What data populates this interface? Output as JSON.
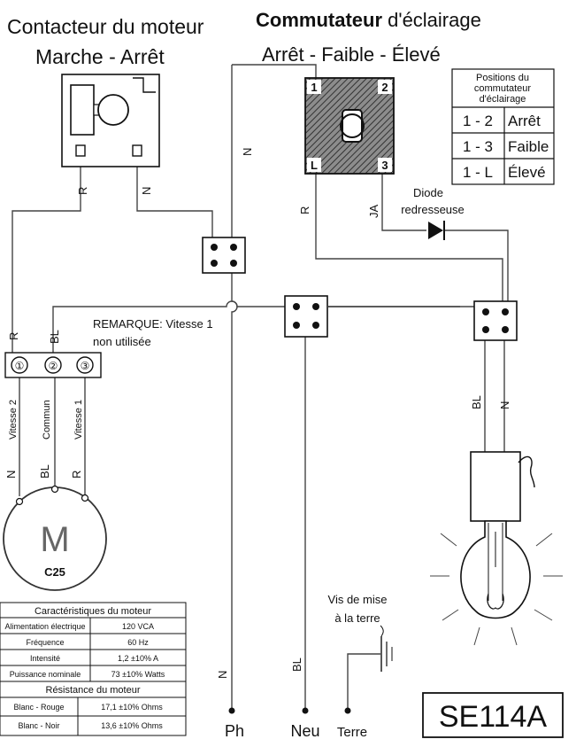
{
  "titles": {
    "motor_switch_line1": "Contacteur du moteur",
    "motor_switch_line2": "Marche - Arrêt",
    "light_switch_line1_bold": "Commutateur",
    "light_switch_line1_rest": " d'éclairage",
    "light_switch_line2": "Arrêt - Faible - Élevé"
  },
  "positions_table": {
    "header_line1": "Positions du",
    "header_line2": "commutateur",
    "header_line3": "d'éclairage",
    "rows": [
      {
        "pos": "1 - 2",
        "state": "Arrêt"
      },
      {
        "pos": "1 - 3",
        "state": "Faible"
      },
      {
        "pos": "1 - L",
        "state": "Élevé"
      }
    ]
  },
  "switch_terminals": {
    "t1": "1",
    "t2": "2",
    "tl": "L",
    "t3": "3"
  },
  "wire_labels": {
    "r": "R",
    "n": "N",
    "bl": "BL",
    "ja": "JA"
  },
  "diode_line1": "Diode",
  "diode_line2": "redresseuse",
  "remark_line1": "REMARQUE: Vitesse 1",
  "remark_line2": "non utilisée",
  "motor_terminals": {
    "t1": "①",
    "t2": "②",
    "t3": "③"
  },
  "motor_terminal_labels": {
    "speed2": "Vitesse 2",
    "common": "Commun",
    "speed1": "Vitesse 1"
  },
  "motor": {
    "symbol": "M",
    "model": "C25"
  },
  "motor_specs": {
    "title": "Caractéristiques du moteur",
    "rows": [
      {
        "label": "Alimentation électrique",
        "value": "120 VCA"
      },
      {
        "label": "Fréquence",
        "value": "60 Hz"
      },
      {
        "label": "Intensité",
        "value": "1,2 ±10% A"
      },
      {
        "label": "Puissance nominale",
        "value": "73 ±10% Watts"
      }
    ],
    "resistance_title": "Résistance du moteur",
    "resistance_rows": [
      {
        "label": "Blanc - Rouge",
        "value": "17,1 ±10% Ohms"
      },
      {
        "label": "Blanc - Noir",
        "value": "13,6 ±10% Ohms"
      }
    ]
  },
  "ground_line1": "Vis de mise",
  "ground_line2": "à la terre",
  "terminals": {
    "ph": "Ph",
    "neu": "Neu",
    "terre": "Terre"
  },
  "model_code": "SE114A"
}
